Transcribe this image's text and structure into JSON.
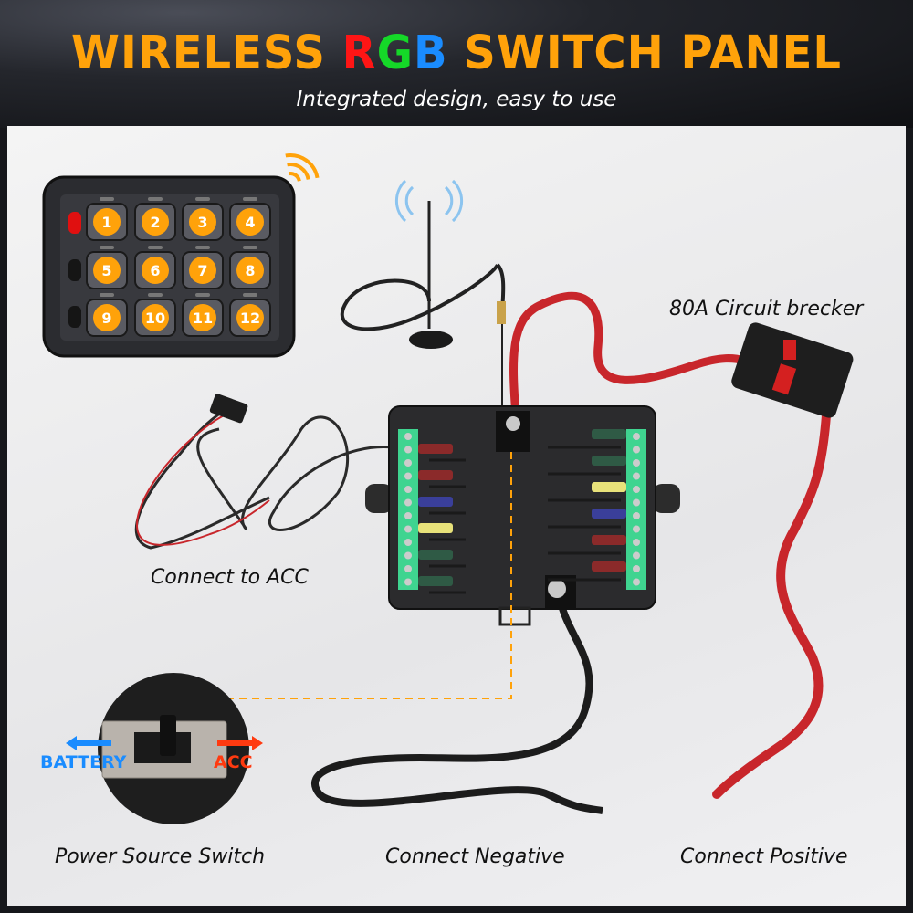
{
  "header": {
    "title_part1": "WIRELESS ",
    "title_r": "R",
    "title_g": "G",
    "title_b": "B",
    "title_part2": " SWITCH PANEL",
    "subtitle": "Integrated design, easy to use"
  },
  "keypad": {
    "buttons": [
      "1",
      "2",
      "3",
      "4",
      "5",
      "6",
      "7",
      "8",
      "9",
      "10",
      "11",
      "12"
    ],
    "side_icons": [
      "power-icon",
      "brightness-icon",
      "rgb-icon"
    ],
    "button_color": "#ffa20a"
  },
  "labels": {
    "circuit_breaker": "80A Circuit brecker",
    "connect_acc": "Connect to ACC",
    "power_source_switch": "Power Source Switch",
    "connect_negative": "Connect Negative",
    "connect_positive": "Connect Positive"
  },
  "switch_inset": {
    "battery": "BATTERY",
    "acc": "ACC",
    "battery_color": "#1a8cff",
    "acc_color": "#ff3a10"
  },
  "fuse_box": {
    "left_fuses": [
      "#8b2a2a",
      "#8b2a2a",
      "#3a3f9a",
      "#e8e27a",
      "#2f5a45",
      "#2f5a45"
    ],
    "right_fuses": [
      "#2f5a45",
      "#2f5a45",
      "#e8e27a",
      "#3a3f9a",
      "#8b2a2a",
      "#8b2a2a"
    ]
  },
  "colors": {
    "accent": "#ffa20a",
    "positive_cable": "#c8262b",
    "negative_cable": "#1a1a1a"
  }
}
